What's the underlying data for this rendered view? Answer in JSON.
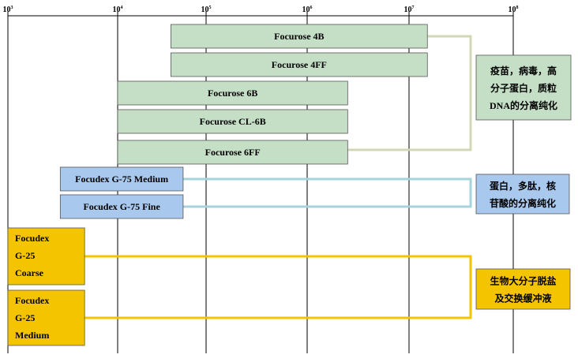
{
  "chart_data": {
    "type": "range-bar",
    "x_scale": "log",
    "xlim": [
      1000,
      100000000
    ],
    "x_ticks": [
      {
        "value": 1000,
        "base": "10",
        "exp": "3"
      },
      {
        "value": 10000,
        "base": "10",
        "exp": "4"
      },
      {
        "value": 100000,
        "base": "10",
        "exp": "5"
      },
      {
        "value": 1000000,
        "base": "10",
        "exp": "6"
      },
      {
        "value": 10000000,
        "base": "10",
        "exp": "7"
      },
      {
        "value": 100000000,
        "base": "10",
        "exp": "8"
      }
    ],
    "bars": [
      {
        "label": [
          "Focurose 4B"
        ],
        "x_start": 40000,
        "x_end": 15000000,
        "fill": "#c5dfc6",
        "group": "g1"
      },
      {
        "label": [
          "Focurose 4FF"
        ],
        "x_start": 40000,
        "x_end": 15000000,
        "fill": "#c5dfc6",
        "group": "g1"
      },
      {
        "label": [
          "Focurose 6B"
        ],
        "x_start": 10000,
        "x_end": 2500000,
        "fill": "#c5dfc6",
        "group": "g1"
      },
      {
        "label": [
          "Focurose CL-6B"
        ],
        "x_start": 10000,
        "x_end": 2500000,
        "fill": "#c5dfc6",
        "group": "g1"
      },
      {
        "label": [
          "Focurose 6FF"
        ],
        "x_start": 10000,
        "x_end": 2500000,
        "fill": "#c5dfc6",
        "group": "g1"
      },
      {
        "label": [
          "Focudex G-75 Medium"
        ],
        "x_start": 3000,
        "x_end": 55000,
        "fill": "#a8c8ee",
        "group": "g2"
      },
      {
        "label": [
          "Focudex G-75 Fine"
        ],
        "x_start": 3000,
        "x_end": 55000,
        "fill": "#a8c8ee",
        "group": "g2"
      },
      {
        "label": [
          "Focudex",
          "G-25",
          "Coarse"
        ],
        "x_start": 1000,
        "x_end": 5000,
        "fill": "#f5c400",
        "group": "g3",
        "tall": true
      },
      {
        "label": [
          "Focudex",
          "G-25",
          "Medium"
        ],
        "x_start": 1000,
        "x_end": 5000,
        "fill": "#f5c400",
        "group": "g3",
        "tall": true
      }
    ],
    "groups": [
      {
        "id": "g1",
        "bracket_color": "#d2d8b4",
        "lines": [
          "疫苗，病毒，高",
          "分子蛋白，质粒",
          "DNA的分离纯化"
        ],
        "fill": "#c5dfc6"
      },
      {
        "id": "g2",
        "bracket_color": "#a6d3dc",
        "lines": [
          "蛋白，多肽，核",
          "苷酸的分离纯化"
        ],
        "fill": "#a8c8ee"
      },
      {
        "id": "g3",
        "bracket_color": "#f5c400",
        "lines": [
          "生物大分子脱盐",
          "及交换缓冲液"
        ],
        "fill": "#f5c400"
      }
    ]
  }
}
